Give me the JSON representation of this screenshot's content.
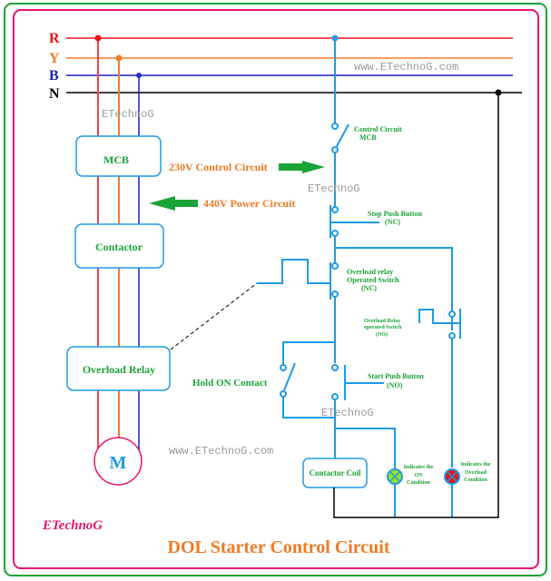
{
  "diagram": {
    "title": "DOL Starter Control Circuit",
    "logo": "ETechnoG",
    "watermarks": {
      "top_url": "www.ETechnoG.com",
      "mid_url": "www.ETechnoG.com",
      "brand_1": "ETechnoG",
      "brand_2": "ETechnoG",
      "brand_3": "ETechnoG"
    },
    "phases": [
      {
        "label": "R",
        "color": "#e8141b"
      },
      {
        "label": "Y",
        "color": "#f57b2a"
      },
      {
        "label": "B",
        "color": "#1a1fb8"
      },
      {
        "label": "N",
        "color": "#000000"
      }
    ],
    "power_circuit": {
      "mcb": "MCB",
      "contactor": "Contactor",
      "overload_relay": "Overload Relay",
      "motor": "M"
    },
    "annotations": {
      "control_circuit": "230V Control Circuit",
      "power_circuit": "440V Power Circuit"
    },
    "control_circuit": {
      "mcb_line1": "Control Circuit",
      "mcb_line2": "MCB",
      "stop_line1": "Stop Push Button",
      "stop_line2": "(NC)",
      "ol_nc_line1": "Overload relay",
      "ol_nc_line2": "Operated Switch",
      "ol_nc_line3": "(NC)",
      "ol_no_line1": "Overload Relay",
      "ol_no_line2": "operated Switch",
      "ol_no_line3": "(NO)",
      "start_line1": "Start Push Button",
      "start_line2": "(NO)",
      "hold_on": "Hold ON Contact",
      "coil": "Contactor Coil",
      "on_lamp_line1": "Indicates the",
      "on_lamp_line2": "ON",
      "on_lamp_line3": "Condition",
      "ol_lamp_line1": "Indicates the",
      "ol_lamp_line2": "Overload",
      "ol_lamp_line3": "Condition"
    },
    "colors": {
      "outer_border": "#1aa337",
      "inner_border": "#e8146e",
      "control_wire": "#1e9be6",
      "on_lamp": "#9be21c",
      "overload_lamp": "#e8141b",
      "arrow": "#1aa337"
    }
  }
}
